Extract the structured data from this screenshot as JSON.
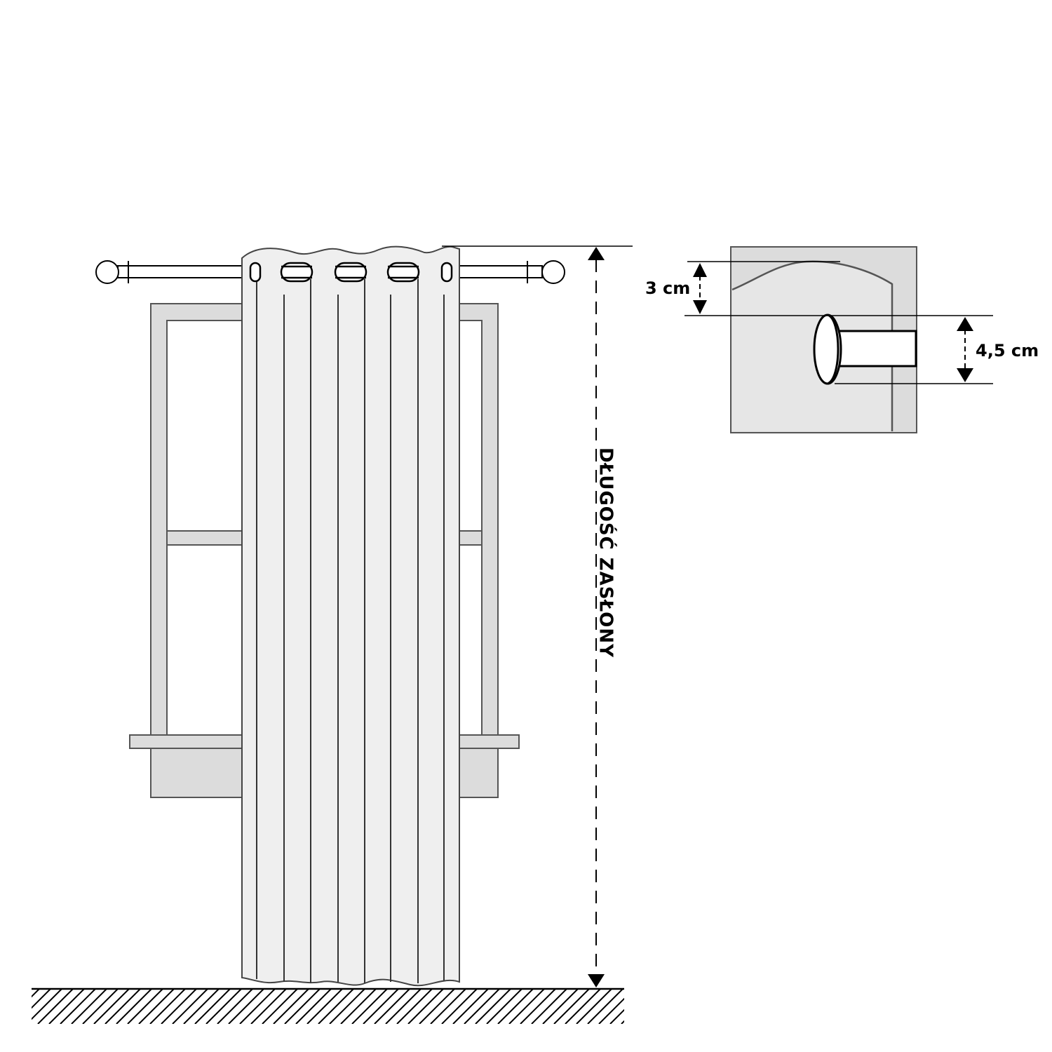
{
  "diagram": {
    "curtain_length_label": "DŁUGOŚĆ ZASŁONY",
    "detail": {
      "heading_height_label": "3 cm",
      "eyelet_diameter_label": "4,5 cm"
    },
    "colors": {
      "line": "#000000",
      "frame_fill": "#dcdcdc",
      "curtain_fill": "#efefef",
      "background": "#ffffff"
    }
  }
}
